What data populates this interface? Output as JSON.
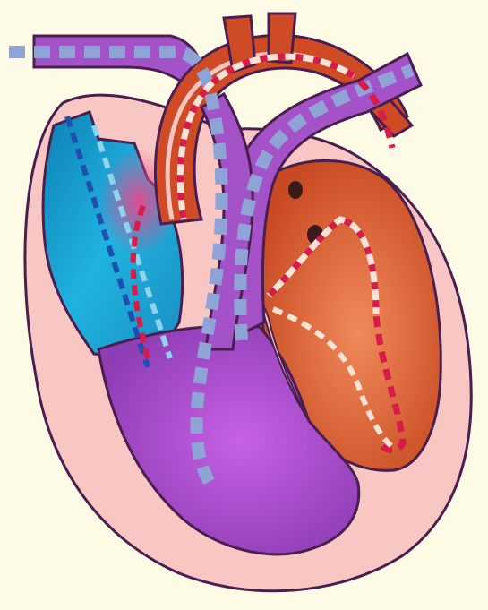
{
  "image": {
    "subject": "heart-anatomy-illustration",
    "background": "#fdfbe6"
  },
  "colors": {
    "pericardium": "#f9c7c3",
    "outline": "#4a1f4f",
    "deoxygenated_chamber": "#1aa7d4",
    "mixed_chamber": "#b44fd1",
    "oxygenated_chamber": "#d85a2f",
    "aorta": "#cf4b26",
    "pulmonary_artery": "#a352c7",
    "flow_deoxygenated": "#8fa3d6",
    "flow_oxygenated": "#d81b48",
    "flow_light": "#fde3d6"
  },
  "structures": [
    {
      "name": "pericardium",
      "icon": "outer-sac"
    },
    {
      "name": "right-atrium",
      "icon": "blue-chamber"
    },
    {
      "name": "ventricle",
      "icon": "purple-chamber"
    },
    {
      "name": "left-heart",
      "icon": "orange-chamber"
    },
    {
      "name": "aorta",
      "icon": "red-arch"
    },
    {
      "name": "pulmonary-artery",
      "icon": "purple-vessel"
    },
    {
      "name": "vena-cava",
      "icon": "purple-vessel"
    }
  ]
}
